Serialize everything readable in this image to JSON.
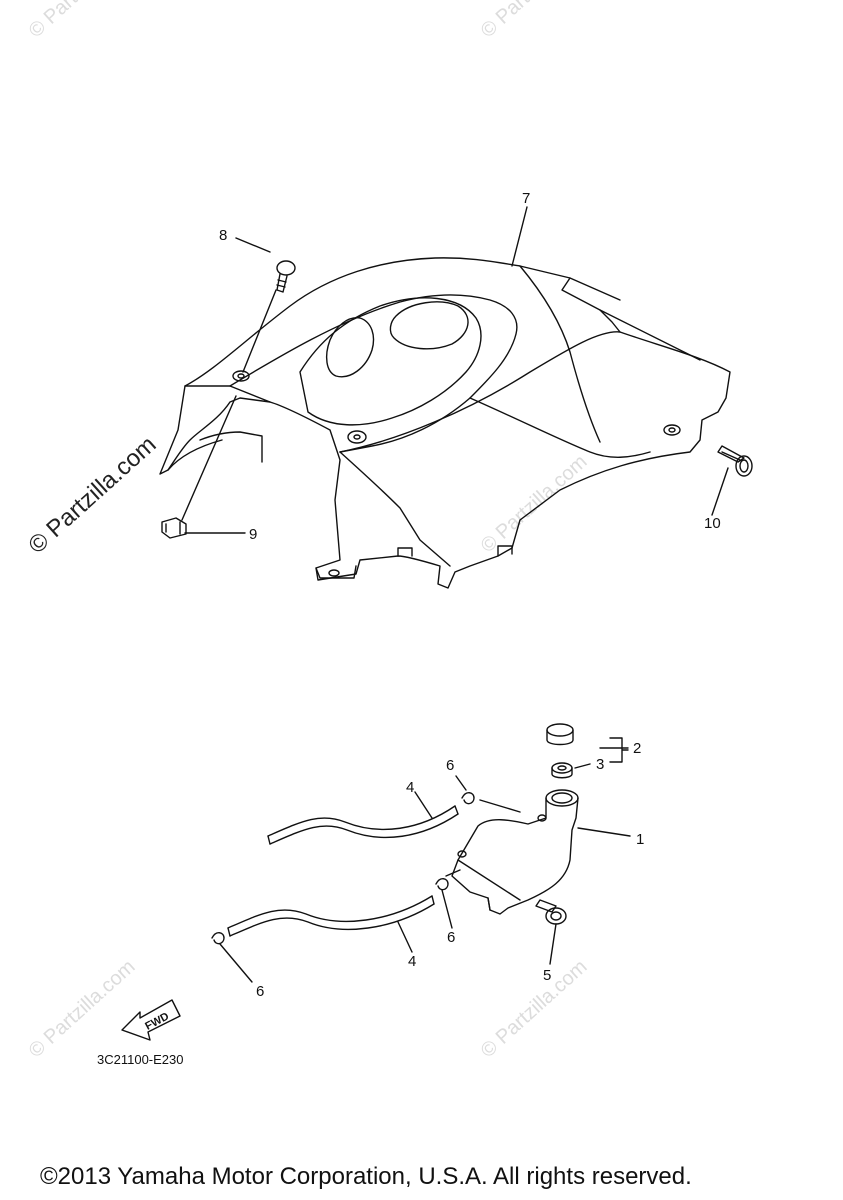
{
  "callouts": {
    "c1": "1",
    "c2": "2",
    "c3": "3",
    "c4a": "4",
    "c4b": "4",
    "c5": "5",
    "c6a": "6",
    "c6b": "6",
    "c6c": "6",
    "c7": "7",
    "c8": "8",
    "c9": "9",
    "c10": "10"
  },
  "fwd_label": "FWD",
  "diagram_code": "3C21100-E230",
  "copyright": "©2013 Yamaha Motor Corporation, U.S.A. All rights reserved.",
  "watermark": "© Partzilla.com",
  "watermark_main": "© Partzilla.com"
}
